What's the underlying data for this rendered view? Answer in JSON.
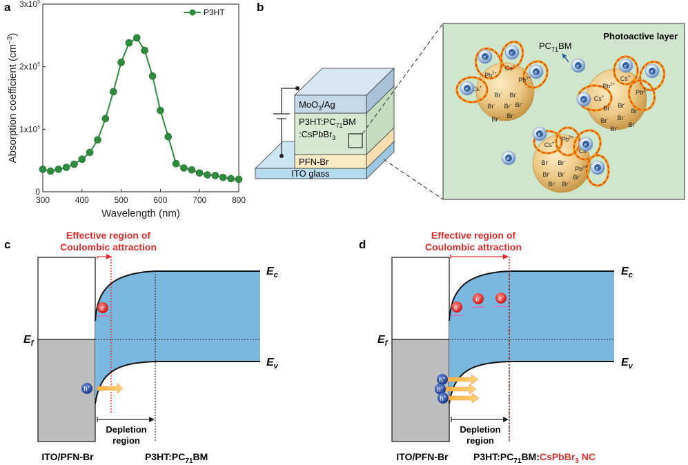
{
  "panel_a": {
    "label": "a",
    "legend": "P3HT",
    "ylabel": "Absorption coefficient (cm",
    "ylabel_sup": "−3",
    "ylabel_end": ")",
    "xlabel": "Wavelength (nm)",
    "yticks": [
      "0",
      "1x10",
      "2x10",
      "3x10"
    ],
    "ytick_exp": "5",
    "xticks": [
      "300",
      "400",
      "500",
      "600",
      "700",
      "800"
    ]
  },
  "chart_data": {
    "type": "line",
    "series": [
      {
        "name": "P3HT",
        "x": [
          300,
          320,
          340,
          360,
          380,
          400,
          420,
          440,
          460,
          480,
          500,
          520,
          540,
          560,
          580,
          600,
          620,
          640,
          660,
          680,
          700,
          720,
          740,
          760,
          780,
          800
        ],
        "y": [
          36000,
          33000,
          36000,
          39000,
          44000,
          52000,
          63000,
          83000,
          117000,
          160000,
          207000,
          238000,
          246000,
          226000,
          185000,
          130000,
          88000,
          45000,
          38000,
          35000,
          30000,
          27000,
          26000,
          23000,
          21000,
          20000
        ]
      }
    ],
    "xlim": [
      300,
      800
    ],
    "ylim": [
      0,
      300000
    ],
    "xlabel": "Wavelength (nm)",
    "ylabel": "Absorption coefficient (cm−3)",
    "legend_position": "top-right",
    "marker_color": "#2e8b3e"
  },
  "panel_b": {
    "label": "b",
    "layers": {
      "top": "MoO",
      "top_sub": "3",
      "top_end": "/Ag",
      "active_line1": "P3HT:PC",
      "active_line1_sub": "71",
      "active_line1_end": "BM",
      "active_line2": ":CsPbBr",
      "active_line2_sub": "3",
      "pfn": "PFN-Br",
      "ito": "ITO glass"
    },
    "zoom_title": "Photoactive layer",
    "pcbm": "PC",
    "pcbm_sub": "71",
    "pcbm_end": "BM",
    "electron": "e",
    "electron_sup": "-",
    "cs": "Cs",
    "cs_sup": "+",
    "pb": "Pb",
    "pb_sup": "2+",
    "br": "Br",
    "br_sup": "-"
  },
  "panel_c": {
    "label": "c",
    "effective_line1": "Effective region of",
    "effective_line2": "Coulombic attraction",
    "ec": "E",
    "ec_sub": "c",
    "ev": "E",
    "ev_sub": "v",
    "ef": "E",
    "ef_sub": "f",
    "electron": "e",
    "electron_sup": "-",
    "hole": "h",
    "hole_sup": "+",
    "depletion_line1": "Depletion",
    "depletion_line2": "region",
    "left_label": "ITO/PFN-Br",
    "right_label": "P3HT:PC",
    "right_label_sub": "71",
    "right_label_end": "BM"
  },
  "panel_d": {
    "label": "d",
    "effective_line1": "Effective region of",
    "effective_line2": "Coulombic attraction",
    "ec": "E",
    "ec_sub": "c",
    "ev": "E",
    "ev_sub": "v",
    "ef": "E",
    "ef_sub": "f",
    "electron": "e",
    "electron_sup": "-",
    "hole": "h",
    "hole_sup": "+",
    "depletion_line1": "Depletion",
    "depletion_line2": "region",
    "left_label": "ITO/PFN-Br",
    "right_label": "P3HT:PC",
    "right_label_sub": "71",
    "right_label_mid": "BM:",
    "right_label_red": "CsPbBr",
    "right_label_red_sub": "3",
    "right_label_red_end": " NC"
  },
  "colors": {
    "band_fill": "#7bb8e0",
    "red": "#e32d2d",
    "green_marker": "#2e8b3e",
    "zoom_bg": "#cfe6cd",
    "electron_blue": "#2f5fa0",
    "hole_blue": "#2b4f9b",
    "np_gold": "#e6c27a",
    "orange_dash": "#f07a10",
    "metal_gray": "#bebebe"
  }
}
